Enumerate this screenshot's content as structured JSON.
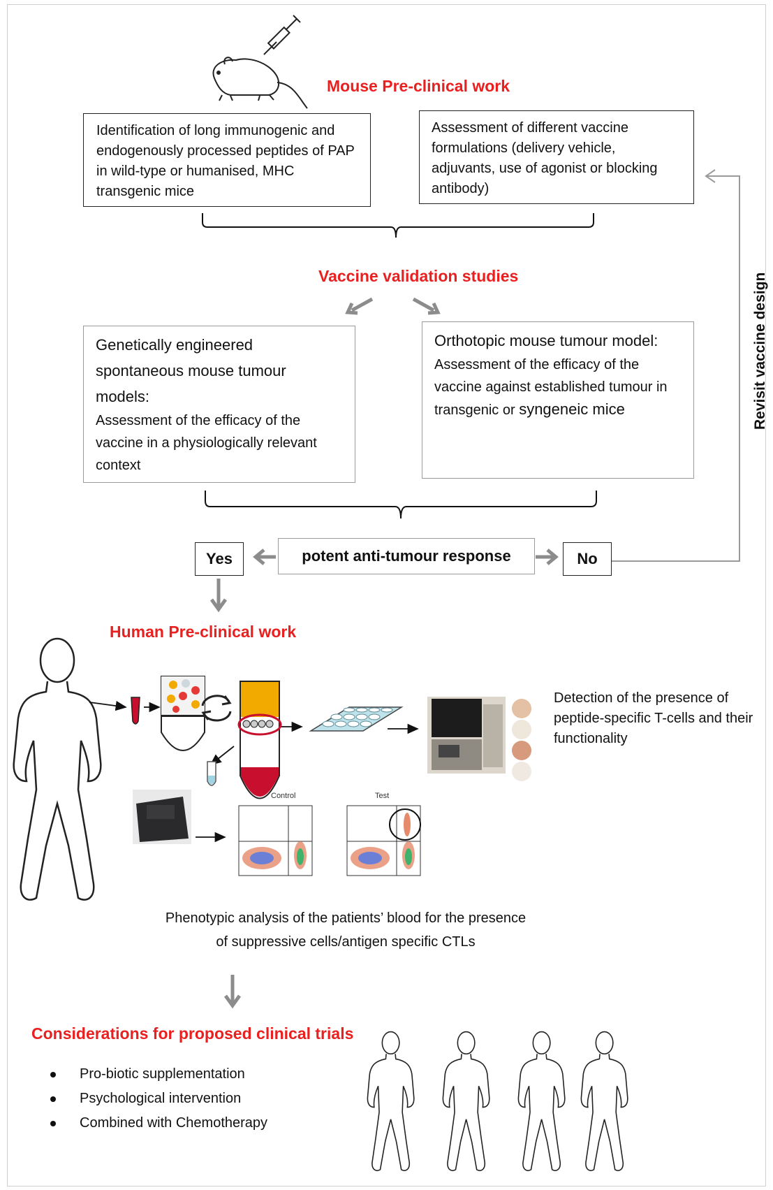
{
  "titles": {
    "mouse": "Mouse Pre-clinical work",
    "validation": "Vaccine validation studies",
    "human": "Human Pre-clinical work",
    "considerations": "Considerations for proposed clinical trials"
  },
  "boxes": {
    "identification": "Identification of long immunogenic and endogenously processed peptides of PAP in wild-type or humanised, MHC transgenic mice",
    "assessment": "Assessment of different vaccine formulations (delivery vehicle, adjuvants, use of agonist or blocking antibody)",
    "genetic_heading": "Genetically engineered spontaneous mouse tumour models:",
    "genetic_body": "Assessment of the efficacy of the vaccine in a physiologically relevant context",
    "orthotopic_heading": "Orthotopic mouse tumour model:",
    "orthotopic_body": "Assessment of the efficacy of the vaccine against established  tumour in transgenic or",
    "orthotopic_body_end": "syngeneic mice"
  },
  "decision": {
    "question": "potent anti-tumour response",
    "yes": "Yes",
    "no": "No"
  },
  "side_label": "Revisit  vaccine design",
  "detection_text": "Detection of the presence of peptide-specific T-cells and their functionality",
  "phenotypic_text": "Phenotypic analysis of the patients’ blood for the presence of suppressive cells/antigen specific CTLs",
  "plots": {
    "control_label": "Control",
    "test_label": "Test"
  },
  "considerations_list": [
    "Pro-biotic supplementation",
    "Psychological intervention",
    "Combined with Chemotherapy"
  ],
  "colors": {
    "title_red": "#e8201f",
    "arrow_grey": "#8c8c8c",
    "tube_orange": "#f2a900",
    "blood_red": "#c8102e",
    "plate_blue": "#bfe3ea"
  }
}
